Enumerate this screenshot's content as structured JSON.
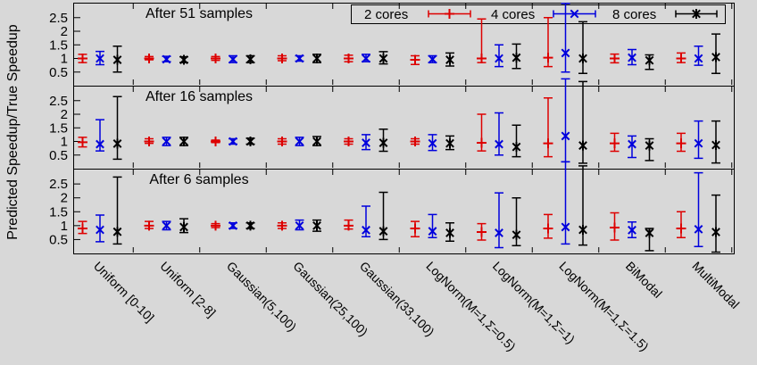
{
  "chart_data": {
    "type": "errorbar",
    "title": "",
    "ylabel": "Predicted Speedup/True Speedup",
    "xlabel": "",
    "grid": false,
    "legend_position": "top-right-inside-first-panel",
    "yticks": [
      0.5,
      1,
      1.5,
      2,
      2.5
    ],
    "ylim": [
      0,
      3.05
    ],
    "categories": [
      "Uniform [0-10]",
      "Uniform [2-8]",
      "Gaussian(5,100)",
      "Gaussian(25,100)",
      "Gaussian(33,100)",
      "LogNorm(M=1,Σ=0.5)",
      "LogNorm(M=1,Σ=1)",
      "LogNorm(M=1,Σ=1.5)",
      "BiModal",
      "MultiModal"
    ],
    "legend": [
      {
        "label": "2 cores",
        "color": "#dd0000",
        "marker": "plus"
      },
      {
        "label": "4 cores",
        "color": "#0000dd",
        "marker": "x"
      },
      {
        "label": "8 cores",
        "color": "#000000",
        "marker": "star"
      }
    ],
    "panels": [
      {
        "title": "After 51 samples",
        "series": [
          {
            "name": "2 cores",
            "color": "#dd0000",
            "marker": "plus",
            "points": [
              [
                1.0,
                0.85,
                1.15
              ],
              [
                1.0,
                0.95,
                1.07
              ],
              [
                1.0,
                0.93,
                1.07
              ],
              [
                1.0,
                0.92,
                1.1
              ],
              [
                1.0,
                0.88,
                1.12
              ],
              [
                0.95,
                0.78,
                1.1
              ],
              [
                1.0,
                0.85,
                2.45
              ],
              [
                1.03,
                0.7,
                2.5
              ],
              [
                1.0,
                0.84,
                1.16
              ],
              [
                1.0,
                0.85,
                1.2
              ]
            ]
          },
          {
            "name": "4 cores",
            "color": "#0000dd",
            "marker": "x",
            "points": [
              [
                1.0,
                0.77,
                1.26
              ],
              [
                0.97,
                0.88,
                1.08
              ],
              [
                0.97,
                0.85,
                1.1
              ],
              [
                1.0,
                0.9,
                1.1
              ],
              [
                1.0,
                0.88,
                1.15
              ],
              [
                0.97,
                0.85,
                1.1
              ],
              [
                1.0,
                0.7,
                1.5
              ],
              [
                1.2,
                0.5,
                3.02
              ],
              [
                1.03,
                0.77,
                1.33
              ],
              [
                1.0,
                0.75,
                1.45
              ]
            ]
          },
          {
            "name": "8 cores",
            "color": "#000000",
            "marker": "star",
            "points": [
              [
                0.95,
                0.5,
                1.45
              ],
              [
                0.95,
                0.85,
                1.06
              ],
              [
                0.97,
                0.85,
                1.1
              ],
              [
                1.0,
                0.85,
                1.15
              ],
              [
                1.0,
                0.8,
                1.25
              ],
              [
                0.95,
                0.72,
                1.2
              ],
              [
                1.03,
                0.63,
                1.53
              ],
              [
                1.0,
                0.45,
                2.35
              ],
              [
                0.93,
                0.6,
                1.13
              ],
              [
                1.05,
                0.45,
                1.9
              ]
            ]
          }
        ]
      },
      {
        "title": "After 16 samples",
        "series": [
          {
            "name": "2 cores",
            "color": "#dd0000",
            "marker": "plus",
            "points": [
              [
                0.97,
                0.8,
                1.15
              ],
              [
                1.0,
                0.93,
                1.1
              ],
              [
                1.0,
                0.96,
                1.05
              ],
              [
                1.0,
                0.9,
                1.1
              ],
              [
                1.0,
                0.9,
                1.1
              ],
              [
                1.0,
                0.9,
                1.1
              ],
              [
                0.95,
                0.65,
                2.0
              ],
              [
                0.93,
                0.44,
                2.6
              ],
              [
                0.93,
                0.64,
                1.3
              ],
              [
                0.93,
                0.64,
                1.3
              ]
            ]
          },
          {
            "name": "4 cores",
            "color": "#0000dd",
            "marker": "x",
            "points": [
              [
                0.9,
                0.65,
                1.8
              ],
              [
                1.0,
                0.85,
                1.15
              ],
              [
                1.0,
                0.9,
                1.1
              ],
              [
                1.0,
                0.85,
                1.15
              ],
              [
                0.95,
                0.7,
                1.25
              ],
              [
                0.93,
                0.67,
                1.25
              ],
              [
                0.9,
                0.5,
                2.05
              ],
              [
                1.2,
                0.25,
                3.3
              ],
              [
                0.9,
                0.41,
                1.2
              ],
              [
                0.93,
                0.38,
                1.75
              ]
            ]
          },
          {
            "name": "8 cores",
            "color": "#000000",
            "marker": "star",
            "points": [
              [
                0.92,
                0.35,
                2.65
              ],
              [
                1.0,
                0.85,
                1.15
              ],
              [
                1.0,
                0.9,
                1.12
              ],
              [
                1.0,
                0.85,
                1.18
              ],
              [
                0.95,
                0.64,
                1.45
              ],
              [
                0.93,
                0.7,
                1.2
              ],
              [
                0.8,
                0.44,
                1.6
              ],
              [
                0.85,
                0.2,
                3.2
              ],
              [
                0.85,
                0.3,
                1.1
              ],
              [
                0.87,
                0.21,
                1.75
              ]
            ]
          }
        ]
      },
      {
        "title": "After 6 samples",
        "series": [
          {
            "name": "2 cores",
            "color": "#dd0000",
            "marker": "plus",
            "points": [
              [
                0.9,
                0.72,
                1.15
              ],
              [
                1.0,
                0.9,
                1.15
              ],
              [
                1.0,
                0.93,
                1.07
              ],
              [
                1.0,
                0.9,
                1.1
              ],
              [
                1.0,
                0.88,
                1.2
              ],
              [
                0.9,
                0.6,
                1.15
              ],
              [
                0.77,
                0.48,
                1.07
              ],
              [
                0.9,
                0.55,
                1.4
              ],
              [
                0.93,
                0.48,
                1.46
              ],
              [
                0.9,
                0.57,
                1.5
              ]
            ]
          },
          {
            "name": "4 cores",
            "color": "#0000dd",
            "marker": "x",
            "points": [
              [
                0.85,
                0.42,
                1.38
              ],
              [
                1.0,
                0.85,
                1.15
              ],
              [
                1.0,
                0.9,
                1.1
              ],
              [
                1.0,
                0.85,
                1.2
              ],
              [
                0.84,
                0.6,
                1.7
              ],
              [
                0.8,
                0.57,
                1.4
              ],
              [
                0.74,
                0.21,
                2.18
              ],
              [
                0.95,
                0.34,
                3.3
              ],
              [
                0.84,
                0.57,
                1.13
              ],
              [
                0.87,
                0.25,
                2.9
              ]
            ]
          },
          {
            "name": "8 cores",
            "color": "#000000",
            "marker": "star",
            "points": [
              [
                0.78,
                0.34,
                2.75
              ],
              [
                0.95,
                0.75,
                1.25
              ],
              [
                1.0,
                0.9,
                1.1
              ],
              [
                1.0,
                0.8,
                1.2
              ],
              [
                0.8,
                0.5,
                2.2
              ],
              [
                0.74,
                0.44,
                1.1
              ],
              [
                0.67,
                0.28,
                2.0
              ],
              [
                0.85,
                0.3,
                3.15
              ],
              [
                0.74,
                0.1,
                0.9
              ],
              [
                0.77,
                0.05,
                2.1
              ]
            ]
          }
        ]
      }
    ]
  }
}
